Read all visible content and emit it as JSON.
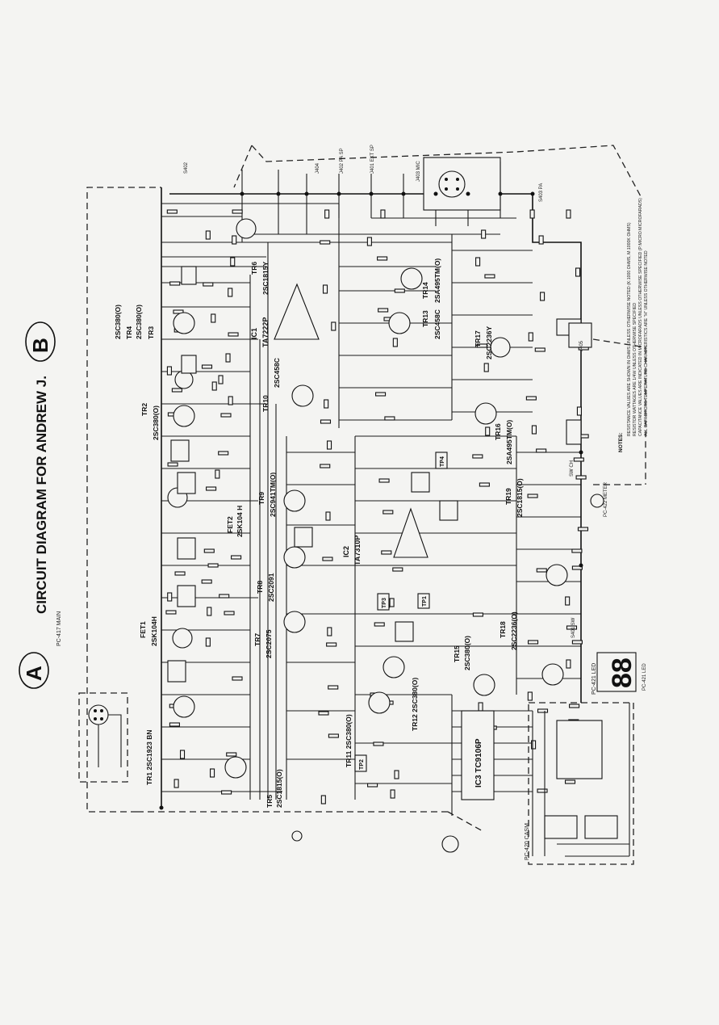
{
  "diagram": {
    "title": "CIRCUIT DIAGRAM FOR ANDREW J.",
    "marks": [
      "A",
      "B"
    ],
    "board_labels": [
      "PC-417 MAIN",
      "PC-420 CASM",
      "PC-421 LED",
      "PC-422 METER"
    ],
    "transistors": [
      {
        "id": "TR1",
        "part": "2SC1923 BN"
      },
      {
        "id": "TR2",
        "part": "2SC380(O)"
      },
      {
        "id": "TR3",
        "part": "2SC380(O)"
      },
      {
        "id": "TR4",
        "part": "2SC380(O)"
      },
      {
        "id": "TR5",
        "part": "2SC1815(O)"
      },
      {
        "id": "TR6",
        "part": "2SC1815Y"
      },
      {
        "id": "TR7",
        "part": "2SC2075"
      },
      {
        "id": "TR8",
        "part": "2SC2091"
      },
      {
        "id": "TR9",
        "part": "2SC941TM(O)"
      },
      {
        "id": "TR10",
        "part": "2SC458C"
      },
      {
        "id": "TR11",
        "part": "2SC380(O)"
      },
      {
        "id": "TR12",
        "part": "2SC380(O)"
      },
      {
        "id": "TR13",
        "part": "2SC458C"
      },
      {
        "id": "TR14",
        "part": "2SA495TM(O)"
      },
      {
        "id": "TR15",
        "part": "2SC380(O)"
      },
      {
        "id": "TR16",
        "part": "2SA495TM(O)"
      },
      {
        "id": "TR17",
        "part": "2SC2236Y"
      },
      {
        "id": "TR18",
        "part": "2SC2236(O)"
      },
      {
        "id": "TR19",
        "part": "2SC1815(O)"
      }
    ],
    "fets": [
      {
        "id": "FET1",
        "part": "2SK104H"
      },
      {
        "id": "FET2",
        "part": "2SK104 H"
      }
    ],
    "ics": [
      {
        "id": "IC1",
        "part": "TA7222P"
      },
      {
        "id": "IC2",
        "part": "TA7310P"
      },
      {
        "id": "IC3",
        "part": "TC9106P"
      }
    ],
    "test_points": [
      "TP1",
      "TP2",
      "TP3",
      "TP4"
    ],
    "connectors": [
      "J401 EXT SP",
      "J402 PA SP",
      "J403 MIC",
      "J404",
      "J405"
    ],
    "switches": [
      "SW CH",
      "S403 PA",
      "S401 SW",
      "S402"
    ],
    "led_label": "PC-421 LED",
    "display_digits": "88",
    "notes_heading": "NOTES:",
    "notes": [
      "RESISTANCE VALUES ARE SHOWN IN OHMS UNLESS OTHERWISE NOTED (K:1000 OHMS, M:1000K OHMS)",
      "RESISTOR WATTAGES ARE 1/4W UNLESS OTHERWISE SPECIFIED",
      "CAPACITANCE VALUES ARE INDICATED IN MICROFARADS UNLESS OTHERWISE SPECIFIED (P:MICRO MICROFARADS)",
      "ALL CAPACITORS TEMPERATURE CHARACTERISTICS ARE \"H\" UNLESS OTHERWISE NOTED"
    ]
  }
}
